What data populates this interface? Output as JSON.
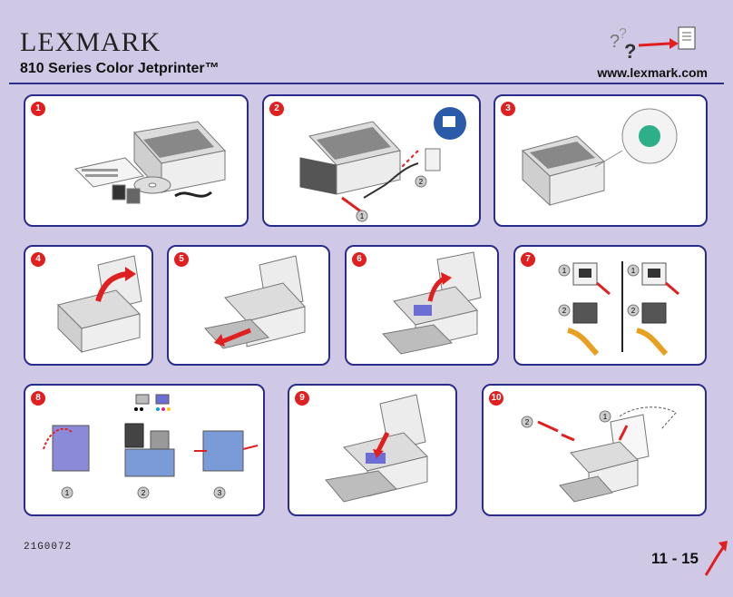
{
  "header": {
    "logo_text": "LEXMARK",
    "subtitle": "810 Series Color Jetprinter™",
    "url": "www.lexmark.com"
  },
  "help_icon": {
    "name": "help-question-arrow-icon"
  },
  "steps": [
    {
      "number": "1"
    },
    {
      "number": "2",
      "callouts": [
        "1",
        "2"
      ]
    },
    {
      "number": "3"
    },
    {
      "number": "4"
    },
    {
      "number": "5"
    },
    {
      "number": "6"
    },
    {
      "number": "7",
      "callouts": [
        "1",
        "2",
        "1",
        "2"
      ]
    },
    {
      "number": "8",
      "callouts": [
        "1",
        "2",
        "3"
      ]
    },
    {
      "number": "9"
    },
    {
      "number": "10",
      "callouts": [
        "1",
        "2"
      ]
    }
  ],
  "footer": {
    "doc_code": "21G0072",
    "pages": "11 - 15"
  },
  "colors": {
    "background": "#cfc9e6",
    "panel_border": "#2b2b8c",
    "step_badge": "#e02020",
    "arrow": "#e02020"
  }
}
